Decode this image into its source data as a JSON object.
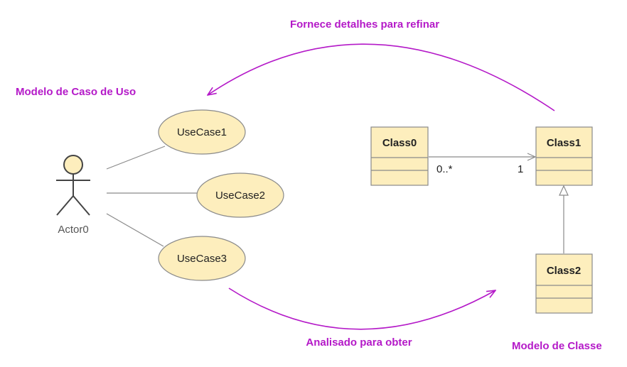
{
  "colors": {
    "accent": "#b419c8",
    "node_fill": "#fdeebd",
    "node_stroke": "#8a8a8a",
    "line": "#8a8a8a",
    "text": "#222222"
  },
  "labels": {
    "top_arrow": "Fornece detalhes para refinar",
    "bottom_arrow": "Analisado para obter",
    "use_case_model": "Modelo de Caso de Uso",
    "class_model": "Modelo de Classe"
  },
  "actor": {
    "name": "Actor0"
  },
  "use_cases": [
    {
      "name": "UseCase1"
    },
    {
      "name": "UseCase2"
    },
    {
      "name": "UseCase3"
    }
  ],
  "classes": [
    {
      "name": "Class0"
    },
    {
      "name": "Class1"
    },
    {
      "name": "Class2"
    }
  ],
  "association": {
    "source_multiplicity": "0..*",
    "target_multiplicity": "1"
  }
}
